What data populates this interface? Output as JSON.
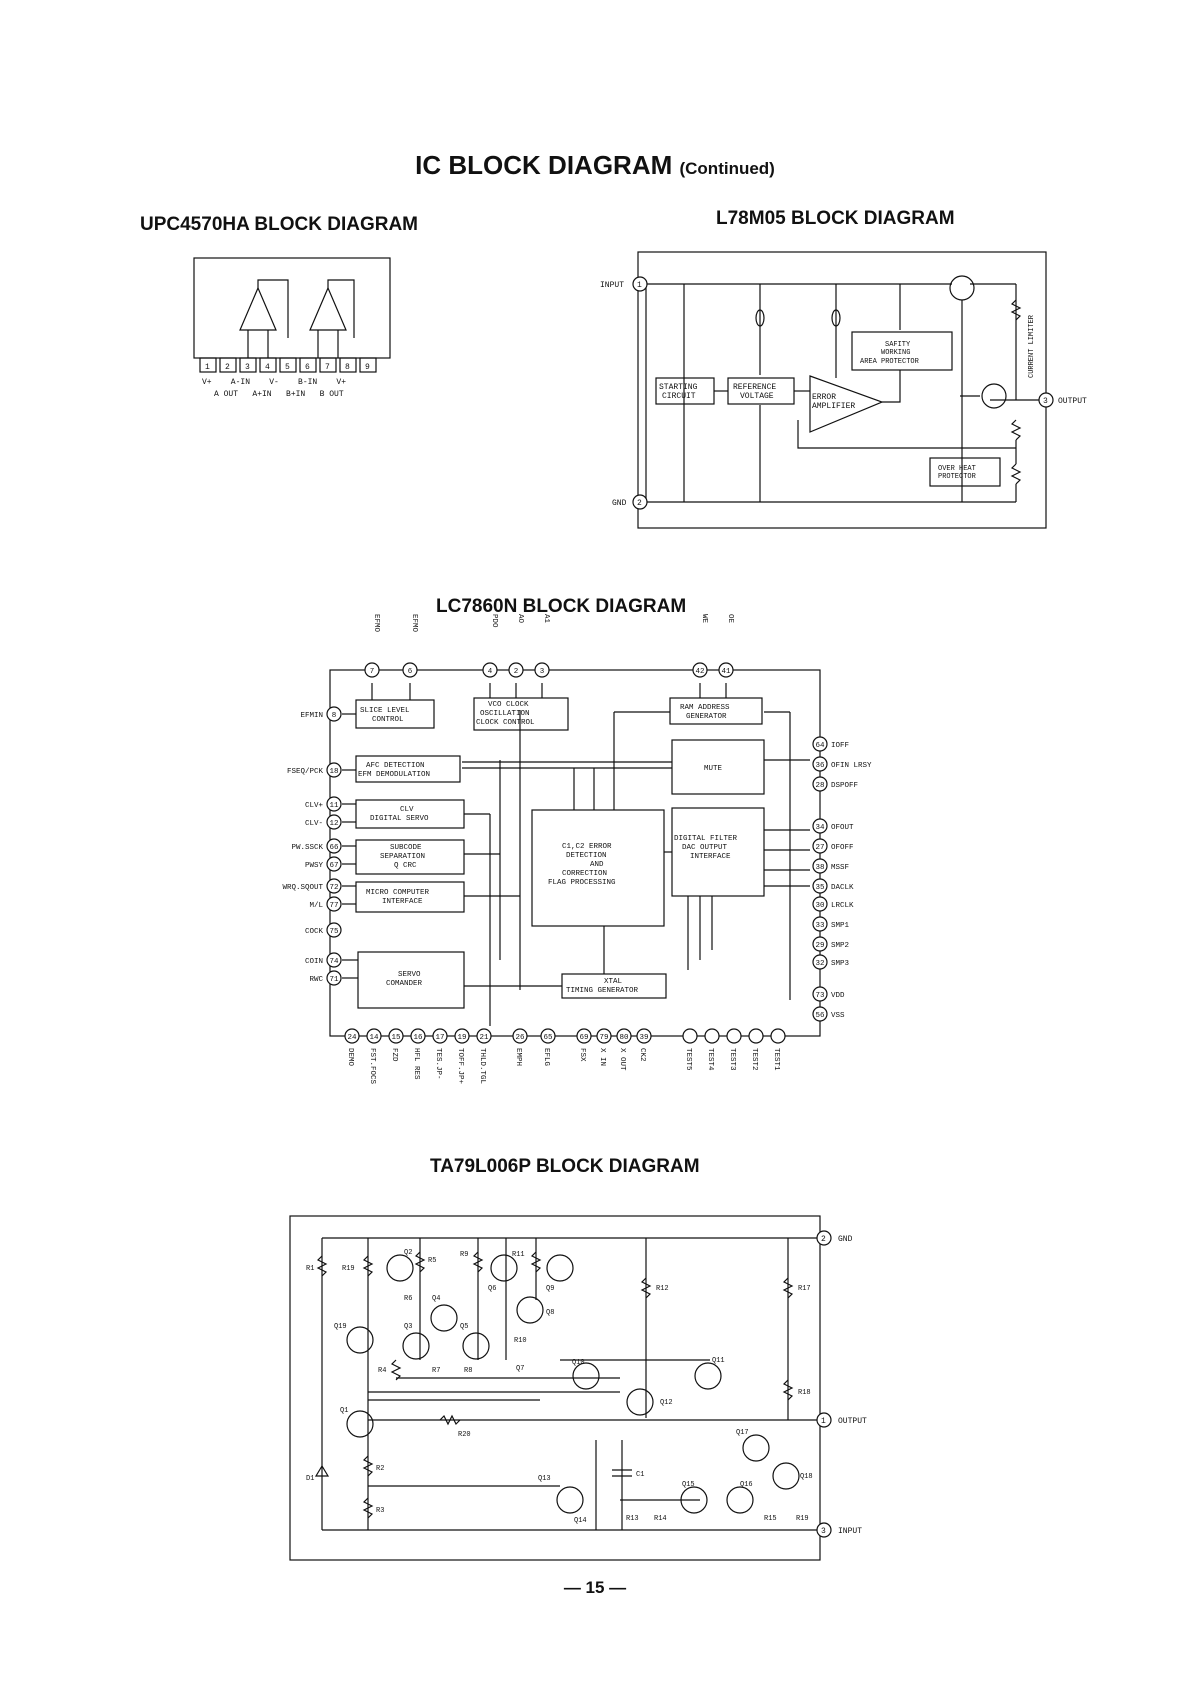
{
  "page": {
    "title": "IC BLOCK DIAGRAM",
    "title_suffix": "(Continued)",
    "page_number": "— 15 —"
  },
  "upc4570ha": {
    "title": "UPC4570HA BLOCK DIAGRAM",
    "pins": [
      "1",
      "2",
      "3",
      "4",
      "5",
      "6",
      "7",
      "8",
      "9"
    ],
    "pin_row1": "V+    A-IN    V-    B-IN    V+",
    "pin_row2": "A OUT   A+IN   B+IN   B OUT"
  },
  "l78m05": {
    "title": "L78M05 BLOCK DIAGRAM",
    "input": "INPUT",
    "gnd": "GND",
    "output": "OUTPUT",
    "pin_in": "1",
    "pin_gnd": "2",
    "pin_out": "3",
    "starting": [
      "STARTING",
      "CIRCUIT"
    ],
    "reference": [
      "REFERENCE",
      "VOLTAGE"
    ],
    "error": [
      "ERROR",
      "AMPLIFIER"
    ],
    "safety": [
      "SAFITY",
      "WORKING",
      "AREA PROTECTOR"
    ],
    "overheat": [
      "OVER HEAT",
      "PROTECTOR"
    ],
    "current_limiter": "CURRENT LIMITER"
  },
  "lc7860n": {
    "title": "LC7860N BLOCK DIAGRAM",
    "blocks": {
      "slice": [
        "SLICE LEVEL",
        "CONTROL"
      ],
      "vco": [
        "VCO CLOCK",
        "OSCILLATION",
        "CLOCK CONTROL"
      ],
      "ram": [
        "RAM ADDRESS",
        "GENERATOR"
      ],
      "afc": [
        "AFC DETECTION",
        "EFM DEMODULATION"
      ],
      "mute": "MUTE",
      "clv": [
        "CLV",
        "DIGITAL SERVO"
      ],
      "subcode": [
        "SUBCODE",
        "SEPARATION",
        "Q CRC"
      ],
      "c1c2": [
        "C1,C2 ERROR",
        "DETECTION",
        "AND",
        "CORRECTION",
        "FLAG PROCESSING"
      ],
      "dfilter": [
        "DIGITAL FILTER",
        "DAC OUTPUT",
        "INTERFACE"
      ],
      "micro": [
        "MICRO COMPUTER",
        "INTERFACE"
      ],
      "servo": [
        "SERVO",
        "COMANDER"
      ],
      "xtal": [
        "XTAL",
        "TIMING GENERATOR"
      ]
    },
    "top_pins": [
      {
        "num": "7",
        "label": "EFMO"
      },
      {
        "num": "6",
        "label": "EFMO"
      },
      {
        "num": "4",
        "label": "PDO"
      },
      {
        "num": "2",
        "label": "AO"
      },
      {
        "num": "3",
        "label": "A1"
      },
      {
        "num": "42",
        "label": "WE"
      },
      {
        "num": "41",
        "label": "OE"
      }
    ],
    "left_pins": [
      {
        "num": "8",
        "label": "EFMIN"
      },
      {
        "num": "18",
        "label": "FSEQ/PCK"
      },
      {
        "num": "11",
        "label": "CLV+"
      },
      {
        "num": "12",
        "label": "CLV-"
      },
      {
        "num": "66",
        "label": "PW.SSCK"
      },
      {
        "num": "67",
        "label": "PWSY"
      },
      {
        "num": "72",
        "label": "WRQ.SQOUT"
      },
      {
        "num": "77",
        "label": "M/L"
      },
      {
        "num": "75",
        "label": "COCK"
      },
      {
        "num": "74",
        "label": "COIN"
      },
      {
        "num": "71",
        "label": "RWC"
      }
    ],
    "right_pins": [
      {
        "num": "64",
        "label": "IOFF"
      },
      {
        "num": "36",
        "label": "OFIN LRSY"
      },
      {
        "num": "28",
        "label": "DSPOFF"
      },
      {
        "num": "34",
        "label": "OFOUT"
      },
      {
        "num": "27",
        "label": "OFOFF"
      },
      {
        "num": "38",
        "label": "MSSF"
      },
      {
        "num": "35",
        "label": "DACLK"
      },
      {
        "num": "30",
        "label": "LRCLK"
      },
      {
        "num": "33",
        "label": "SMP1"
      },
      {
        "num": "29",
        "label": "SMP2"
      },
      {
        "num": "32",
        "label": "SMP3"
      },
      {
        "num": "73",
        "label": "VDD"
      },
      {
        "num": "56",
        "label": "VSS"
      }
    ],
    "bottom_pins": [
      {
        "num": "24",
        "label": "DEMO"
      },
      {
        "num": "14",
        "label": "FST.FOCS"
      },
      {
        "num": "15",
        "label": "FZD"
      },
      {
        "num": "16",
        "label": "HFL RES"
      },
      {
        "num": "17",
        "label": "TES.JP-"
      },
      {
        "num": "19",
        "label": "TOFF.JP+"
      },
      {
        "num": "21",
        "label": "THLD.TGL"
      },
      {
        "num": "26",
        "label": "EMPH"
      },
      {
        "num": "65",
        "label": "EFLG"
      },
      {
        "num": "69",
        "label": "FSX"
      },
      {
        "num": "79",
        "label": "X IN"
      },
      {
        "num": "80",
        "label": "X OUT"
      },
      {
        "num": "39",
        "label": "CK2"
      },
      {
        "num": "",
        "label": "TEST5"
      },
      {
        "num": "",
        "label": "TEST4"
      },
      {
        "num": "",
        "label": "TEST3"
      },
      {
        "num": "",
        "label": "TEST2"
      },
      {
        "num": "",
        "label": "TEST1"
      }
    ]
  },
  "ta79l006p": {
    "title": "TA79L006P BLOCK DIAGRAM",
    "gnd": "GND",
    "output": "OUTPUT",
    "input": "INPUT",
    "pin_gnd": "2",
    "pin_out": "1",
    "pin_in": "3",
    "resistors": [
      "R1",
      "R19",
      "R5",
      "R9",
      "R11",
      "R6",
      "R12",
      "R17",
      "R4",
      "R7",
      "R8",
      "R10",
      "R18",
      "R20",
      "R2",
      "R3",
      "R13",
      "R14",
      "R15",
      "R19"
    ],
    "transistors": [
      "Q2",
      "Q4",
      "Q6",
      "Q9",
      "Q8",
      "Q3",
      "Q5",
      "Q19",
      "Q10",
      "Q11",
      "Q12",
      "Q1",
      "Q17",
      "Q13",
      "Q15",
      "Q16",
      "Q18",
      "Q14"
    ],
    "others": [
      "D1",
      "C1",
      "Q7"
    ]
  }
}
